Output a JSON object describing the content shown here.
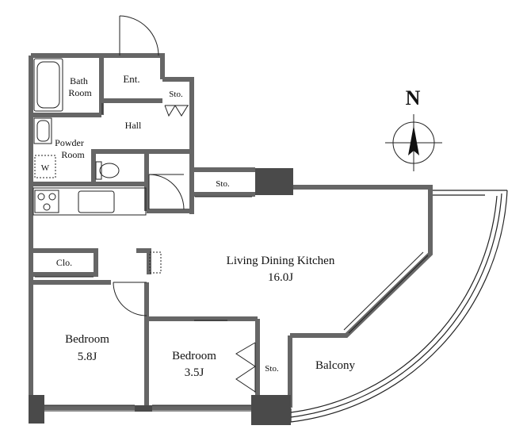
{
  "rooms": {
    "bath": [
      "Bath",
      "Room"
    ],
    "entrance": "Ent.",
    "storage_entry": "Sto.",
    "hall": "Hall",
    "powder": [
      "Powder",
      "Room"
    ],
    "washer": "W",
    "storage_kitchen": "Sto.",
    "closet": "Clo.",
    "ldk": {
      "name": "Living Dining Kitchen",
      "size": "16.0J"
    },
    "bedroom_main": {
      "name": "Bedroom",
      "size": "5.8J"
    },
    "bedroom_second": {
      "name": "Bedroom",
      "size": "3.5J"
    },
    "storage_bedroom": "Sto.",
    "balcony": "Balcony"
  },
  "compass": {
    "label": "N"
  },
  "colors": {
    "wall": "#666666",
    "column": "#4a4a4a",
    "line": "#222222"
  }
}
